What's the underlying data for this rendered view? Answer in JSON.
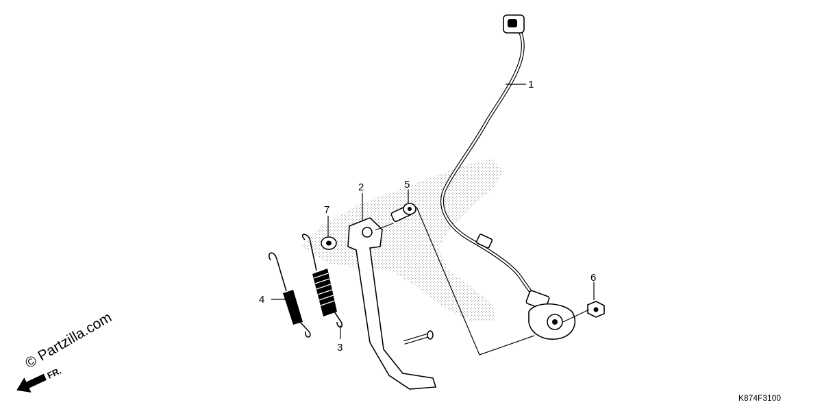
{
  "diagram": {
    "code": "K874F3100",
    "watermark": "© Partzilla.com",
    "direction_label": "FR.",
    "callouts": [
      {
        "id": "1",
        "label": "1"
      },
      {
        "id": "2",
        "label": "2"
      },
      {
        "id": "3",
        "label": "3"
      },
      {
        "id": "4",
        "label": "4"
      },
      {
        "id": "5",
        "label": "5"
      },
      {
        "id": "6",
        "label": "6"
      },
      {
        "id": "7",
        "label": "7"
      }
    ]
  }
}
